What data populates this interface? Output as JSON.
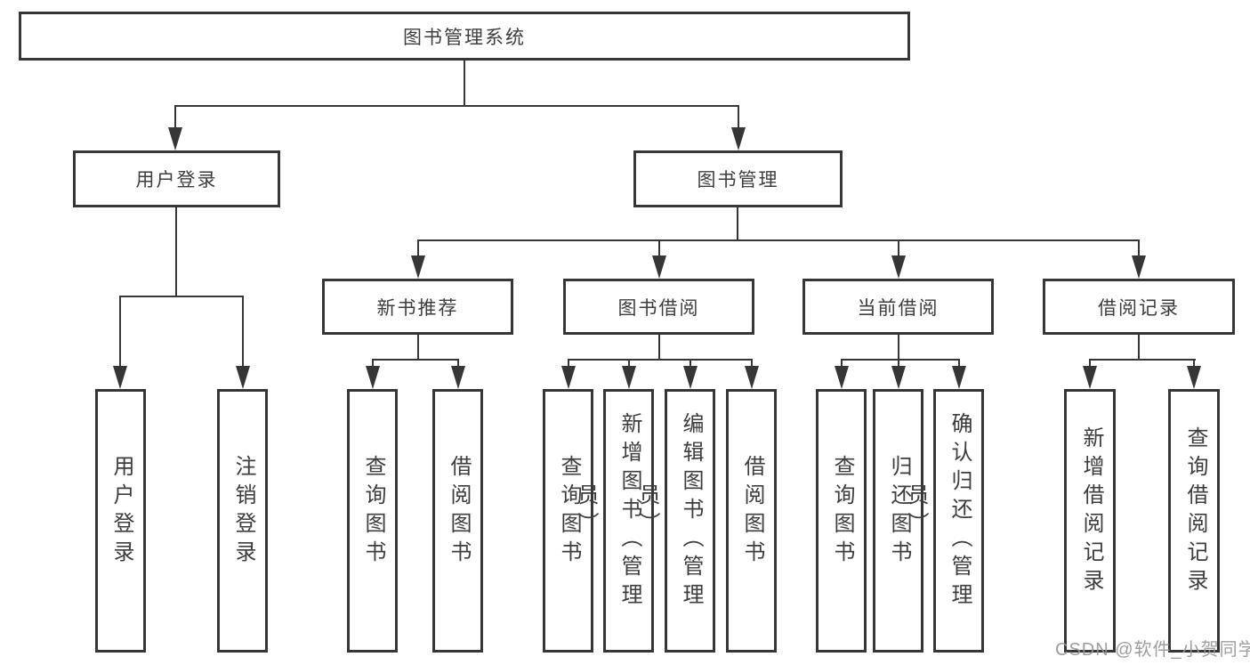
{
  "tree": {
    "root": "图书管理系统",
    "level1": [
      "用户登录",
      "图书管理"
    ],
    "level2": [
      "新书推荐",
      "图书借阅",
      "当前借阅",
      "借阅记录"
    ],
    "leaves": {
      "g1": [
        "用户登录",
        "注销登录"
      ],
      "g2": [
        "查询图书",
        "借阅图书"
      ],
      "g3": [
        "查询图书",
        "新增图书（管理员）",
        "编辑图书（管理员）",
        "借阅图书"
      ],
      "g4": [
        "查询图书",
        "归还图书",
        "确认归还（管理员）"
      ],
      "g5": [
        "新增借阅记录",
        "查询借阅记录"
      ]
    }
  },
  "watermark": "CSDN @软件_小贺同学",
  "colors": {
    "line": "#363636",
    "text": "#3d3d3d",
    "watermark": "#969696",
    "background": "#ffffff"
  }
}
